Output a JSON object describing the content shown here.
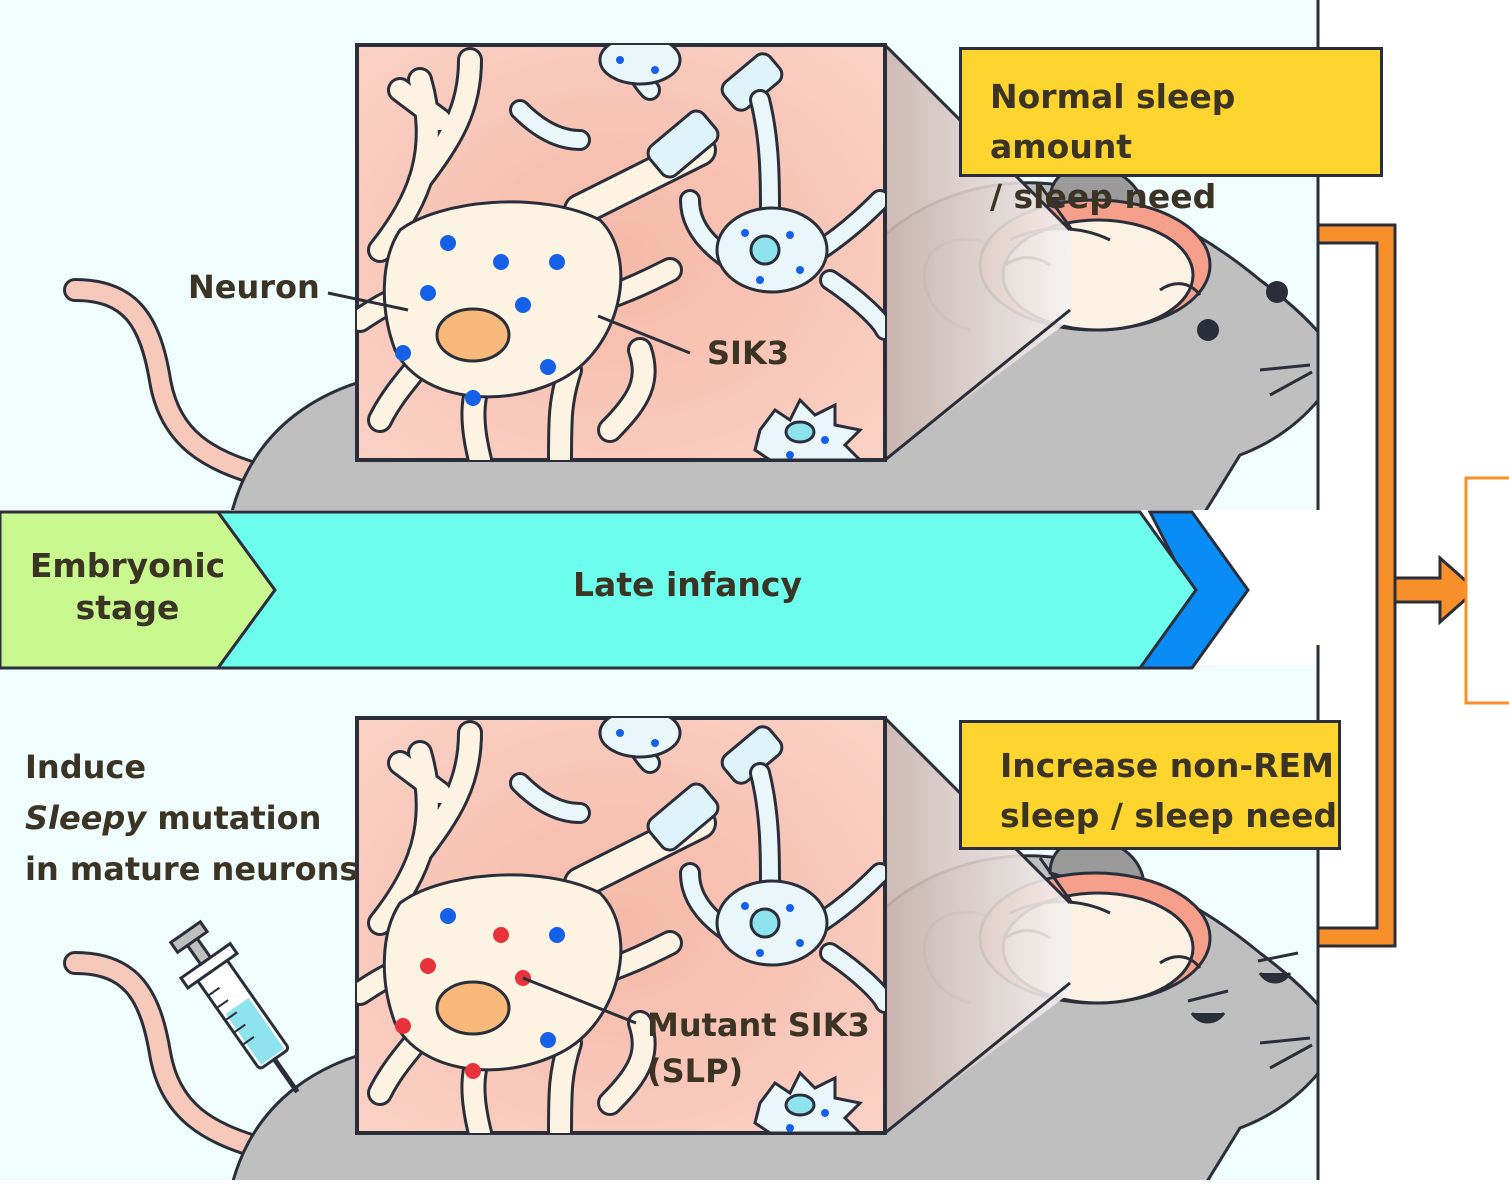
{
  "top_panel": {
    "sleep_box": {
      "line1": "Normal sleep amount",
      "line2": "/ sleep need"
    },
    "neuron_label": "Neuron",
    "sik3_label": "SIK3"
  },
  "timeline": {
    "stage1": {
      "line1": "Embryonic",
      "line2": "stage"
    },
    "stage2": "Late infancy"
  },
  "bottom_panel": {
    "sleep_box": {
      "line1": "Increase non-REM",
      "line2": "sleep / sleep need"
    },
    "induce": {
      "line1": "Induce",
      "italic": "Sleepy",
      "line2_rest": " mutation",
      "line3": "in mature neurons"
    },
    "mutant_label": {
      "line1": "Mutant SIK3",
      "line2": "(SLP)"
    }
  },
  "colors": {
    "panel_bg": "#f0fdfd",
    "tissue": "#f8c5b6",
    "neuron_body": "#fdf3e2",
    "nucleus": "#f9b97a",
    "normal_dot": "#1560e8",
    "mutant_dot": "#e8323c",
    "mouse": "#bfbfbf",
    "arrow": "#f7902a",
    "embryonic": "#c8f88e",
    "late_infancy": "#6cfdec",
    "next_stage": "#0a8cf6",
    "callout": "#fdd52e"
  }
}
